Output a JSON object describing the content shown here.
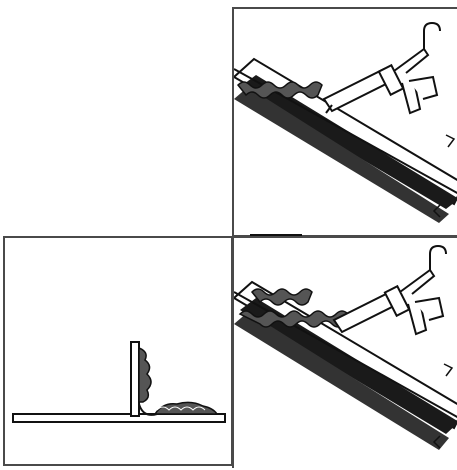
{
  "figure": {
    "panels": [
      {
        "id": "top-right",
        "depicts": "caulking-gun-applying-sealant-bead-along-profile"
      },
      {
        "id": "bottom-left",
        "depicts": "section-view-of-profile-with-sealant"
      },
      {
        "id": "bottom-right",
        "depicts": "caulking-gun-applying-sealant-bead-along-profile"
      }
    ],
    "line_color": "#111111",
    "frame_color": "#4a4a4a",
    "sealant_fill": "#555555"
  }
}
